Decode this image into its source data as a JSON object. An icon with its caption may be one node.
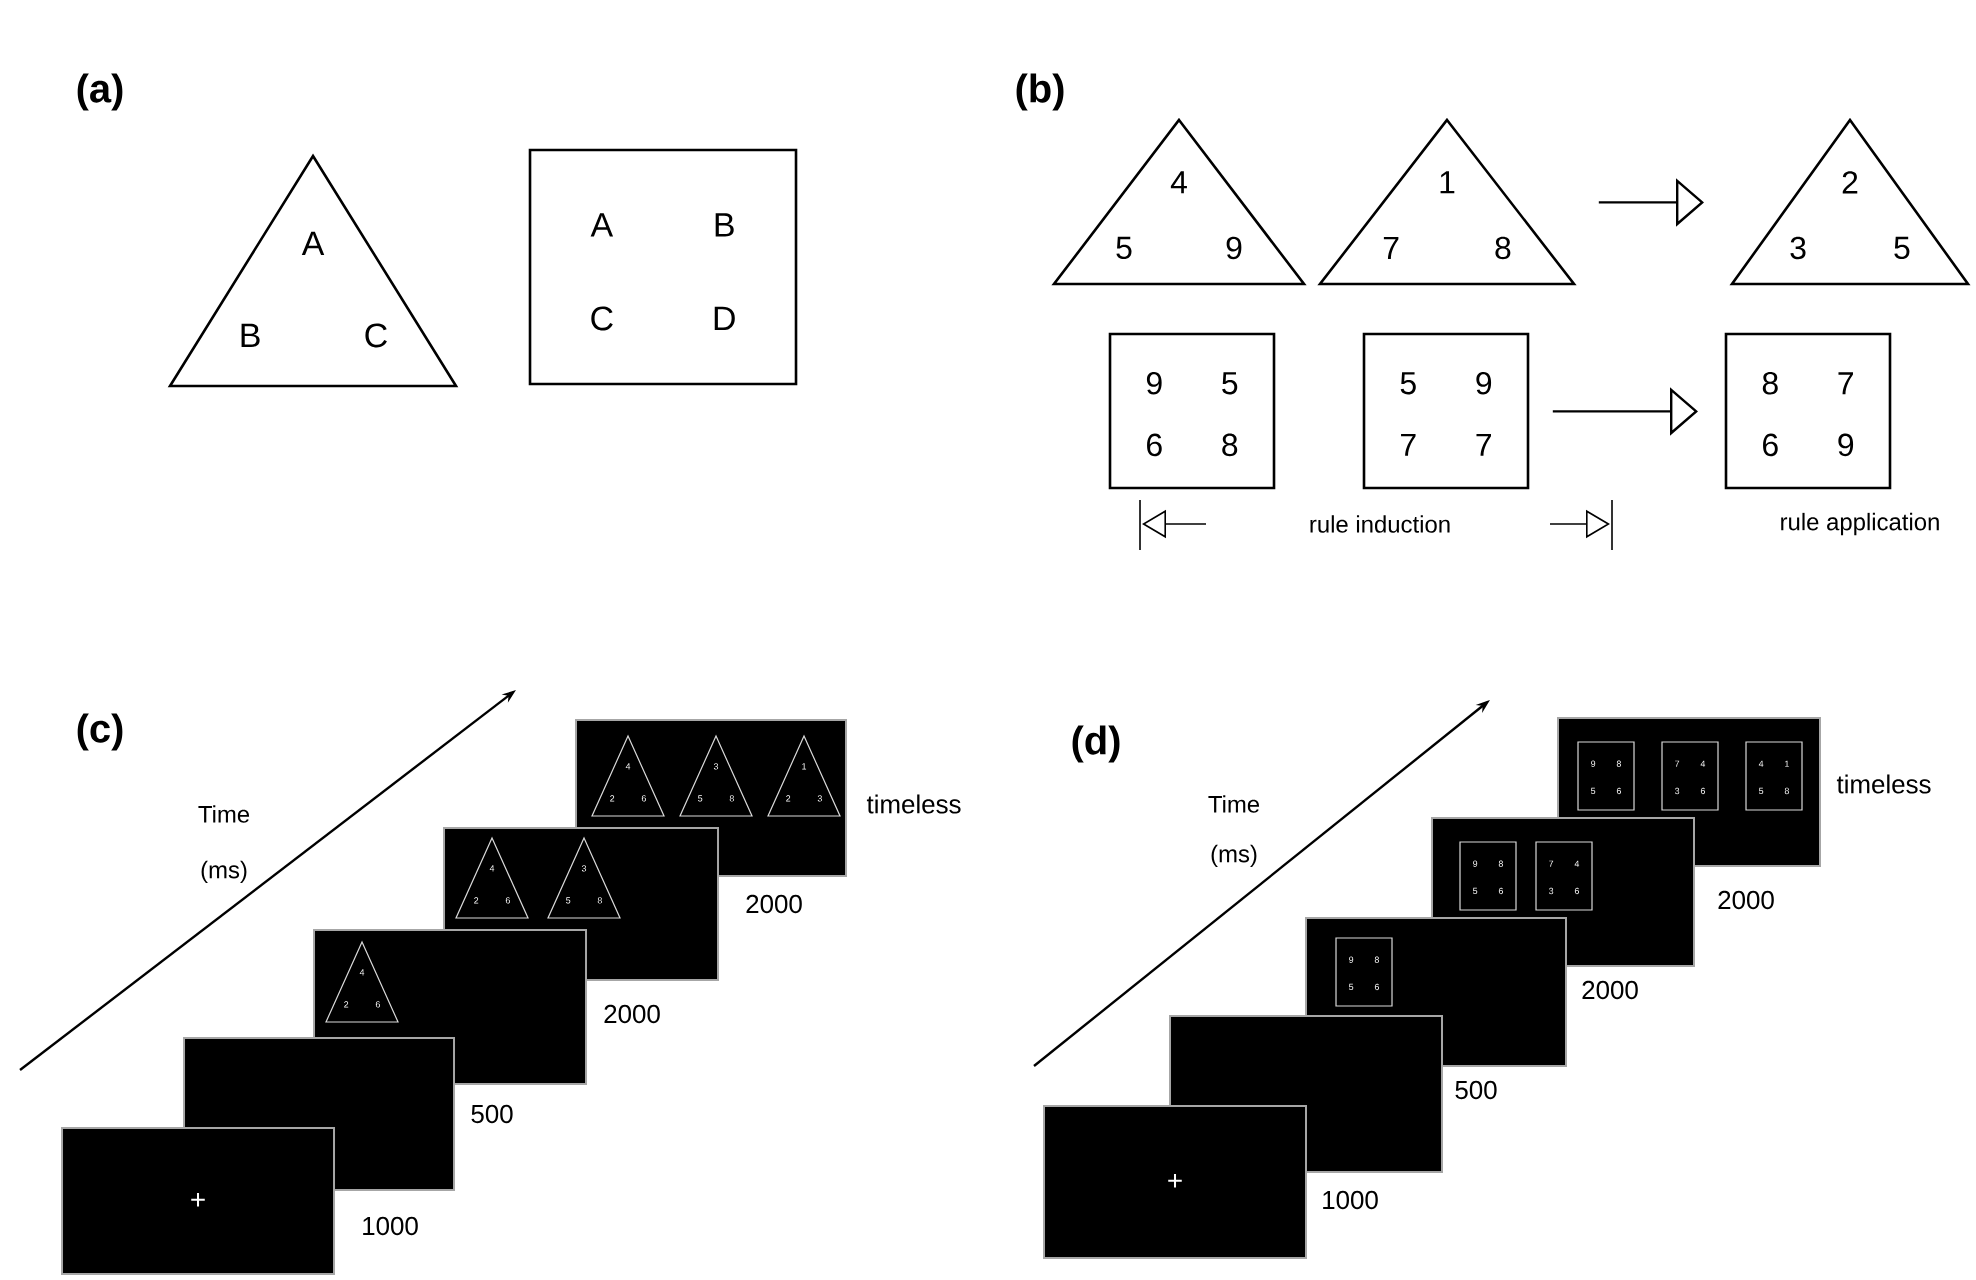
{
  "diagram": {
    "nodes": [
      {
        "text": [
          "A",
          "B",
          "C"
        ]
      },
      {
        "text": [
          "A",
          "B",
          "C",
          "D"
        ]
      },
      {
        "text": [
          "4",
          "5",
          "9"
        ]
      },
      {
        "text": [
          "1",
          "7",
          "8"
        ]
      },
      {
        "text": [
          "2",
          "3",
          "5"
        ]
      },
      {
        "text": [
          "9",
          "5",
          "6",
          "8"
        ]
      },
      {
        "text": [
          "5",
          "9",
          "7",
          "7"
        ]
      },
      {
        "text": [
          "8",
          "7",
          "6",
          "9"
        ]
      },
      {
        "text": [
          "+"
        ],
        "beside": [
          "1000"
        ]
      },
      {
        "text": [],
        "shape": "box",
        "beside": [
          "500"
        ]
      },
      {
        "text": [],
        "shape": "box",
        "beside": [
          "2000"
        ]
      },
      {
        "text": [
          "4",
          "2",
          "6"
        ],
        "in": 10
      },
      {
        "text": [],
        "shape": "box",
        "beside": [
          "2000"
        ]
      },
      {
        "text": [
          "4",
          "2",
          "6"
        ],
        "in": 12
      },
      {
        "text": [
          "3",
          "5",
          "8"
        ],
        "in": 12
      },
      {
        "text": [],
        "shape": "box",
        "beside": [
          "timeless"
        ]
      },
      {
        "text": [
          "4",
          "2",
          "6"
        ],
        "in": 15
      },
      {
        "text": [
          "3",
          "5",
          "8"
        ],
        "in": 15
      },
      {
        "text": [
          "1",
          "2",
          "3"
        ],
        "in": 15
      },
      {
        "text": [
          "+"
        ],
        "beside": [
          "1000"
        ]
      },
      {
        "text": [],
        "shape": "box",
        "beside": [
          "500"
        ]
      },
      {
        "text": [],
        "shape": "box",
        "beside": [
          "2000"
        ]
      },
      {
        "text": [
          "9",
          "8",
          "5",
          "6"
        ],
        "in": 21
      },
      {
        "text": [],
        "shape": "box",
        "beside": [
          "2000"
        ]
      },
      {
        "text": [
          "9",
          "8",
          "5",
          "6"
        ],
        "in": 23
      },
      {
        "text": [
          "7",
          "4",
          "3",
          "6"
        ],
        "in": 23
      },
      {
        "text": [],
        "shape": "box",
        "beside": [
          "timeless"
        ]
      },
      {
        "text": [
          "9",
          "8",
          "5",
          "6"
        ],
        "in": 26
      },
      {
        "text": [
          "7",
          "4",
          "3",
          "6"
        ],
        "in": 26
      },
      {
        "text": [
          "4",
          "1",
          "5",
          "8"
        ],
        "in": 26
      }
    ],
    "edges": [
      {
        "from": 3,
        "to": 4,
        "arrow": "to"
      },
      {
        "from": 6,
        "to": 7,
        "arrow": "to"
      }
    ],
    "labels": [
      "(a)",
      "(b)",
      "rule induction",
      "rule application",
      "(c)",
      "Time",
      "(ms)",
      "(d)",
      "Time",
      "(ms)"
    ]
  }
}
